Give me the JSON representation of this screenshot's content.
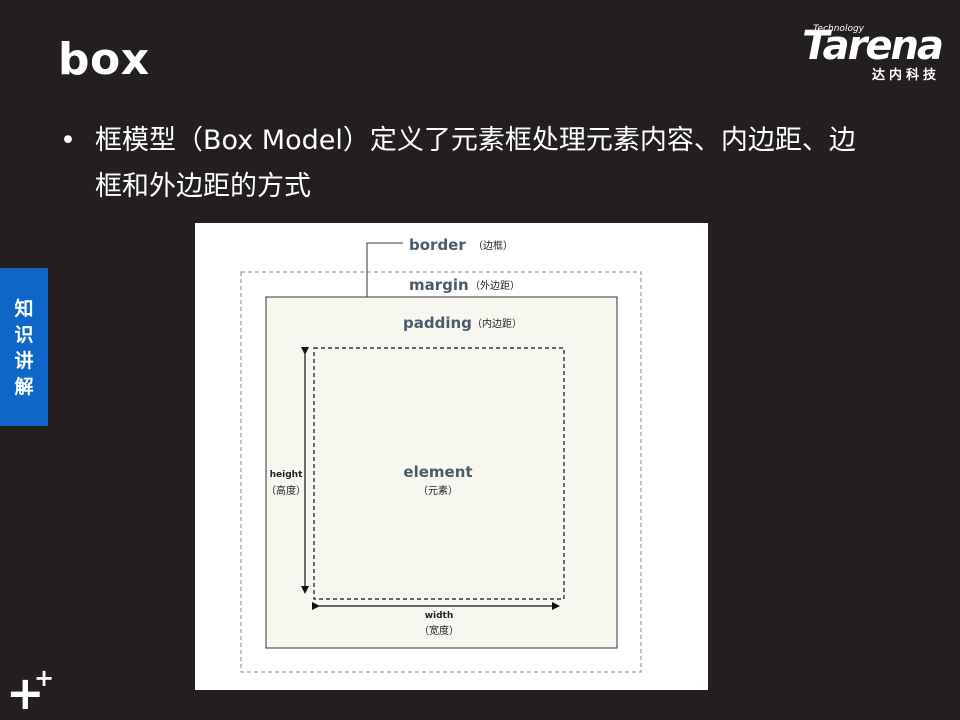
{
  "slide": {
    "title": "box",
    "bullet": "•",
    "text": "框模型（Box Model）定义了元素框处理元素内容、内边距、边框和外边距的方式"
  },
  "logo": {
    "small": "Technology",
    "word": "Tarena",
    "cn": "达内科技"
  },
  "side_tab": {
    "lines": [
      "知",
      "识",
      "讲",
      "解"
    ]
  },
  "corner_mark": {
    "big": "+",
    "small": "+"
  },
  "diagram": {
    "border_label": "border",
    "border_label_cn": "（边框）",
    "margin_label": "margin",
    "margin_label_cn": "（外边距）",
    "padding_label": "padding",
    "padding_label_cn": "（内边距）",
    "element_label": "element",
    "element_label_cn": "（元素）",
    "height_label": "height",
    "height_label_cn": "（高度）",
    "width_label": "width",
    "width_label_cn": "（宽度）",
    "colors": {
      "label": "#4a5b6b",
      "small_label": "#222222",
      "padding_fill": "#f7f7ef",
      "border_stroke": "#333333",
      "dash_stroke": "#888888"
    }
  }
}
